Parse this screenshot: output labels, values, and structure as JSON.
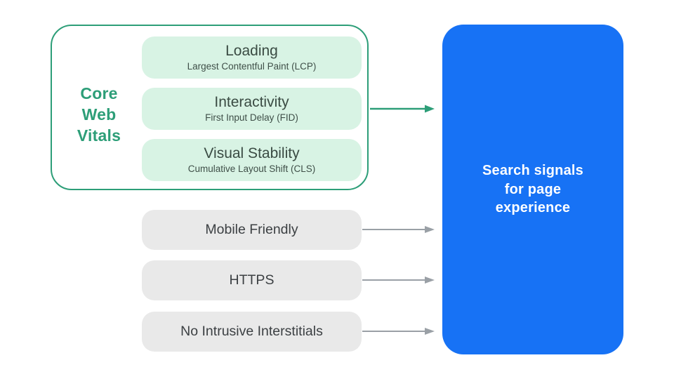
{
  "colors": {
    "green_accent": "#2d9e78",
    "green_pill_fill": "#d8f3e4",
    "gray_pill_fill": "#e9e9e9",
    "gray_arrow": "#9aa0a6",
    "blue_box_fill": "#1772f5",
    "dark_text": "#3a4b43",
    "white_text": "#ffffff"
  },
  "core_web_vitals": {
    "label_lines": [
      "Core",
      "Web",
      "Vitals"
    ],
    "items": [
      {
        "title": "Loading",
        "subtitle": "Largest Contentful Paint (LCP)"
      },
      {
        "title": "Interactivity",
        "subtitle": "First Input Delay (FID)"
      },
      {
        "title": "Visual Stability",
        "subtitle": "Cumulative Layout Shift (CLS)"
      }
    ]
  },
  "other_signals": [
    {
      "label": "Mobile Friendly"
    },
    {
      "label": "HTTPS"
    },
    {
      "label": "No Intrusive Interstitials"
    }
  ],
  "result_box": {
    "lines": [
      "Search signals",
      "for page",
      "experience"
    ]
  }
}
